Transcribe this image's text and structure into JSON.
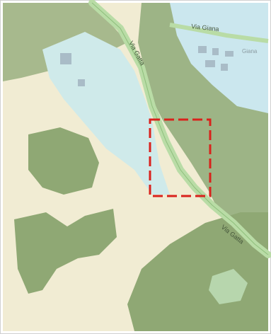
{
  "map": {
    "roads": [
      {
        "id": "via-giana",
        "label": "Via Giana"
      },
      {
        "id": "via-gatta-upper",
        "label": "Via Gatta"
      },
      {
        "id": "via-gatta-lower",
        "label": "Via Gatta"
      }
    ],
    "place_labels": [
      "Giana"
    ],
    "legend_colors": {
      "forest": "#8fa874",
      "meadow": "#f1ecd3",
      "water_wetland": "#cde9ea",
      "light_forest": "#b7c9a2",
      "road": "#b9dca6",
      "highlight": "#d9221c"
    },
    "highlight_box": {
      "style": "dashed",
      "color": "#d9221c"
    }
  }
}
